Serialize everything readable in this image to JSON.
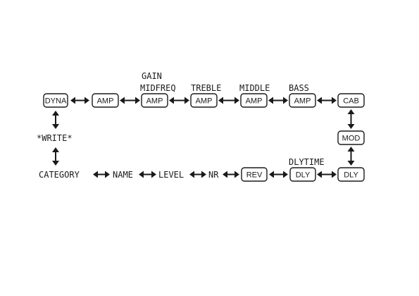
{
  "blocks": {
    "dyna": "DYNA",
    "amp_gain": "AMP",
    "amp_treble": "AMP",
    "amp_middle": "AMP",
    "amp_bass": "AMP",
    "amp_first": "AMP",
    "cab": "CAB",
    "mod": "MOD",
    "dly_right": "DLY",
    "dly_time": "DLY",
    "rev": "REV"
  },
  "lcd_labels": {
    "gain": "GAIN",
    "midfreq": "MIDFREQ",
    "treble": "TREBLE",
    "middle": "MIDDLE",
    "bass": "BASS",
    "dlytime": "DLYTIME",
    "write": "*WRITE*",
    "category": "CATEGORY",
    "name": "NAME",
    "level": "LEVEL",
    "nr": "NR"
  }
}
